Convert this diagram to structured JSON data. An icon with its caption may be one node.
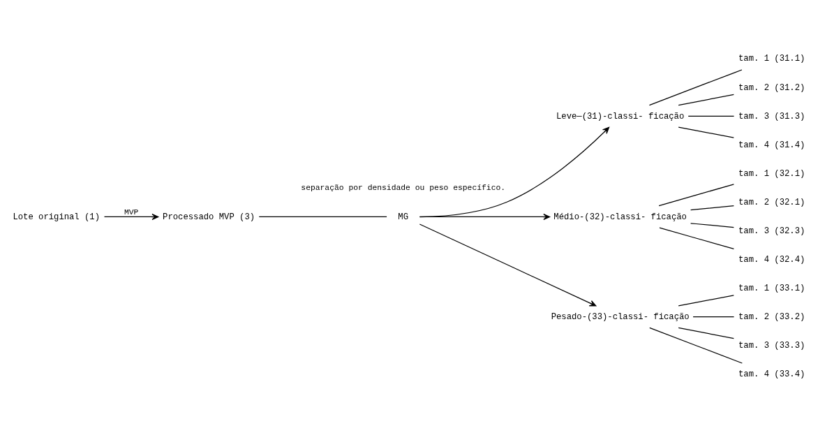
{
  "diagram": {
    "nodes": [
      {
        "text": [
          "Lote original (1)"
        ]
      },
      {
        "text": [
          "Processado MVP (3)"
        ]
      },
      {
        "text": [
          "MG"
        ]
      },
      {
        "text": [
          "Leve—(31)-classi- ficação"
        ]
      },
      {
        "text": [
          "Médio-(32)-classi- ficação"
        ]
      },
      {
        "text": [
          "Pesado-(33)-classi- ficação"
        ]
      },
      {
        "text": [
          "tam. 1 (31.1)"
        ]
      },
      {
        "text": [
          "tam. 2 (31.2)"
        ]
      },
      {
        "text": [
          "tam. 3 (31.3)"
        ]
      },
      {
        "text": [
          "tam. 4 (31.4)"
        ]
      },
      {
        "text": [
          "tam. 1 (32.1)"
        ]
      },
      {
        "text": [
          "tam. 2 (32.1)"
        ]
      },
      {
        "text": [
          "tam. 3 (32.3)"
        ]
      },
      {
        "text": [
          "tam. 4 (32.4)"
        ]
      },
      {
        "text": [
          "tam. 1 (33.1)"
        ]
      },
      {
        "text": [
          "tam. 2 (33.2)"
        ]
      },
      {
        "text": [
          "tam. 3 (33.3)"
        ]
      },
      {
        "text": [
          "tam. 4 (33.4)"
        ]
      }
    ],
    "edges": [
      {
        "from": 0,
        "to": 1,
        "arrow": "to",
        "label": "MVP"
      },
      {
        "from": 1,
        "to": 2,
        "arrow": "none"
      },
      {
        "from": 2,
        "to": 3,
        "arrow": "to"
      },
      {
        "from": 2,
        "to": 4,
        "arrow": "to"
      },
      {
        "from": 2,
        "to": 5,
        "arrow": "to"
      },
      {
        "from": 3,
        "to": 6,
        "arrow": "none"
      },
      {
        "from": 3,
        "to": 7,
        "arrow": "none"
      },
      {
        "from": 3,
        "to": 8,
        "arrow": "none"
      },
      {
        "from": 3,
        "to": 9,
        "arrow": "none"
      },
      {
        "from": 4,
        "to": 10,
        "arrow": "none"
      },
      {
        "from": 4,
        "to": 11,
        "arrow": "none"
      },
      {
        "from": 4,
        "to": 12,
        "arrow": "none"
      },
      {
        "from": 4,
        "to": 13,
        "arrow": "none"
      },
      {
        "from": 5,
        "to": 14,
        "arrow": "none"
      },
      {
        "from": 5,
        "to": 15,
        "arrow": "none"
      },
      {
        "from": 5,
        "to": 16,
        "arrow": "none"
      },
      {
        "from": 5,
        "to": 17,
        "arrow": "none"
      }
    ],
    "labels": [
      "separação por densidade ou peso específico."
    ]
  }
}
